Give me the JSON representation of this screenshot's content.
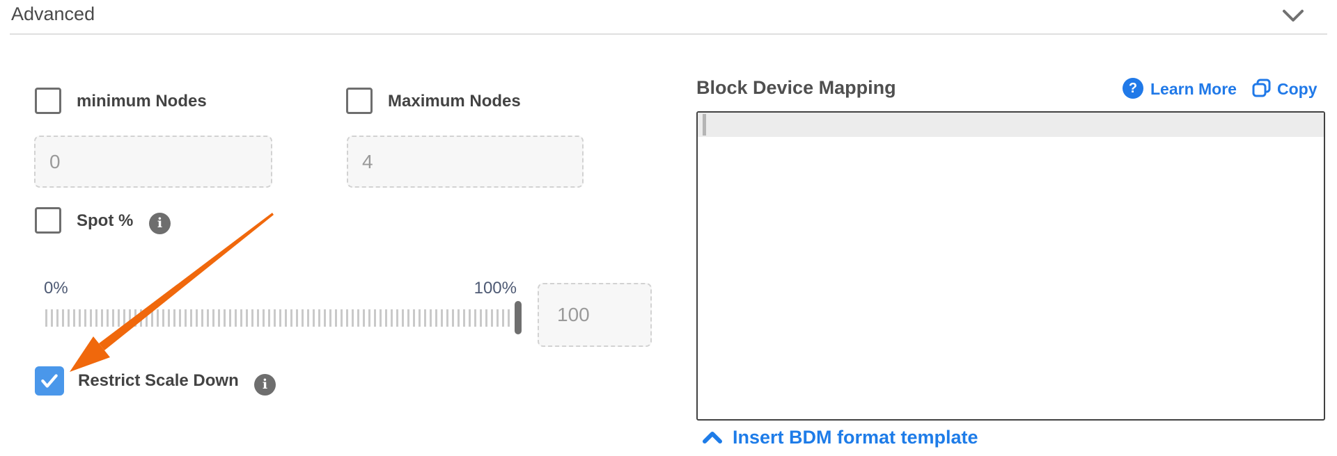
{
  "header": {
    "title": "Advanced"
  },
  "left_panel": {
    "min_nodes": {
      "label": "minimum Nodes",
      "checked": false,
      "value": "0"
    },
    "max_nodes": {
      "label": "Maximum Nodes",
      "checked": false,
      "value": "4"
    },
    "spot": {
      "label": "Spot %",
      "checked": false
    },
    "slider": {
      "min_label": "0%",
      "max_label": "100%",
      "value": "100",
      "position_pct": 100
    },
    "restrict_scale_down": {
      "label": "Restrict Scale Down",
      "checked": true
    }
  },
  "right_panel": {
    "title": "Block Device Mapping",
    "learn_more_label": "Learn More",
    "copy_label": "Copy",
    "editor_value": "",
    "insert_template_label": "Insert BDM format template"
  },
  "icons": {
    "info_glyph": "i",
    "question_glyph": "?"
  },
  "colors": {
    "link_blue": "#2079e8",
    "checkbox_blue": "#4a97ea",
    "annotation_orange": "#f0680c",
    "slider_label_slate": "#4e5a74"
  }
}
